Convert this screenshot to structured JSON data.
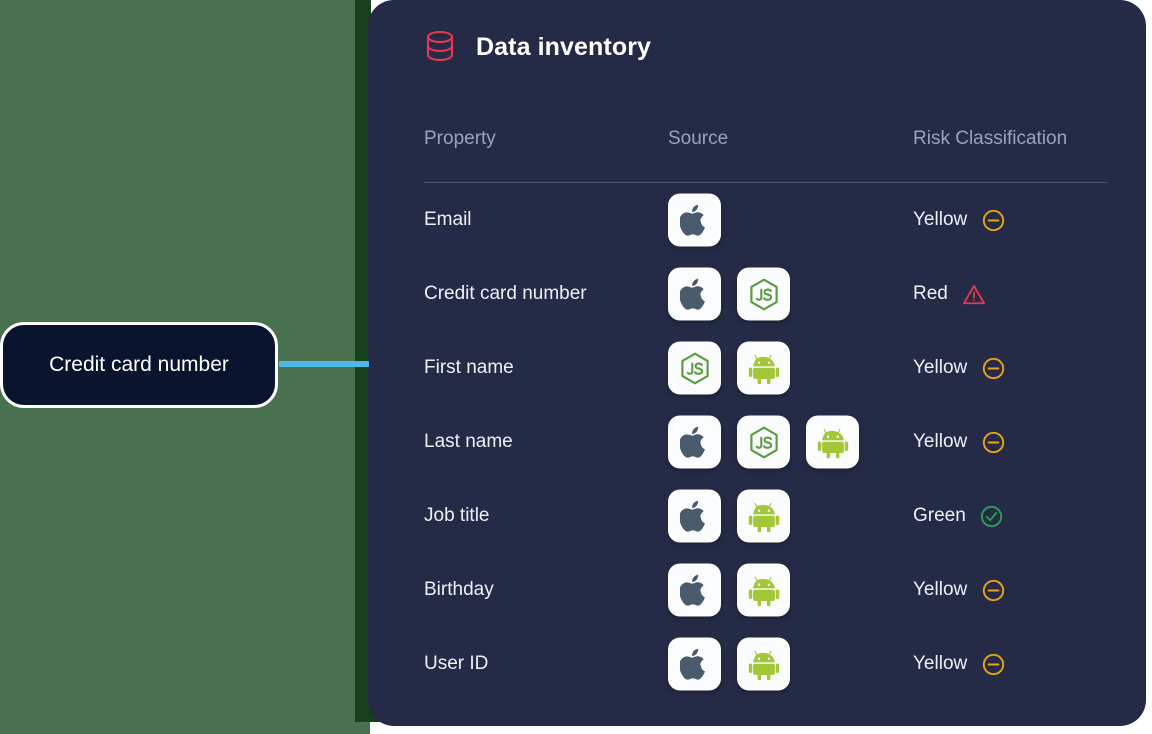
{
  "colors": {
    "backdrop_green": "#4a714f",
    "backdrop_strip_dark_green": "#17401c",
    "panel_navy": "#252b46",
    "header_muted": "#9aa2c0",
    "text_white": "#eef0f6",
    "accent_red": "#e8384f",
    "accent_yellow": "#e8a317",
    "accent_green": "#2aa14f",
    "connector_cyan": "#4cb8e8",
    "callout_navy": "#0b142e",
    "apple_gray": "#4b5b6e",
    "node_green": "#5a9e41",
    "android_green": "#a4c73a"
  },
  "panel": {
    "icon": "database-icon",
    "title": "Data inventory"
  },
  "table": {
    "columns": [
      "Property",
      "Source",
      "Risk Classification"
    ],
    "rows": [
      {
        "property": "Email",
        "sources": [
          "apple-icon"
        ],
        "risk": "Yellow",
        "risk_badge": "minus-circle-icon"
      },
      {
        "property": "Credit card number",
        "sources": [
          "apple-icon",
          "nodejs-icon"
        ],
        "risk": "Red",
        "risk_badge": "warning-triangle-icon"
      },
      {
        "property": "First name",
        "sources": [
          "nodejs-icon",
          "android-icon"
        ],
        "risk": "Yellow",
        "risk_badge": "minus-circle-icon"
      },
      {
        "property": "Last name",
        "sources": [
          "apple-icon",
          "nodejs-icon",
          "android-icon"
        ],
        "risk": "Yellow",
        "risk_badge": "minus-circle-icon"
      },
      {
        "property": "Job title",
        "sources": [
          "apple-icon",
          "android-icon"
        ],
        "risk": "Green",
        "risk_badge": "check-circle-icon"
      },
      {
        "property": "Birthday",
        "sources": [
          "apple-icon",
          "android-icon"
        ],
        "risk": "Yellow",
        "risk_badge": "minus-circle-icon"
      },
      {
        "property": "User ID",
        "sources": [
          "apple-icon",
          "android-icon"
        ],
        "risk": "Yellow",
        "risk_badge": "minus-circle-icon"
      }
    ]
  },
  "callout": {
    "text": "Credit card number"
  }
}
